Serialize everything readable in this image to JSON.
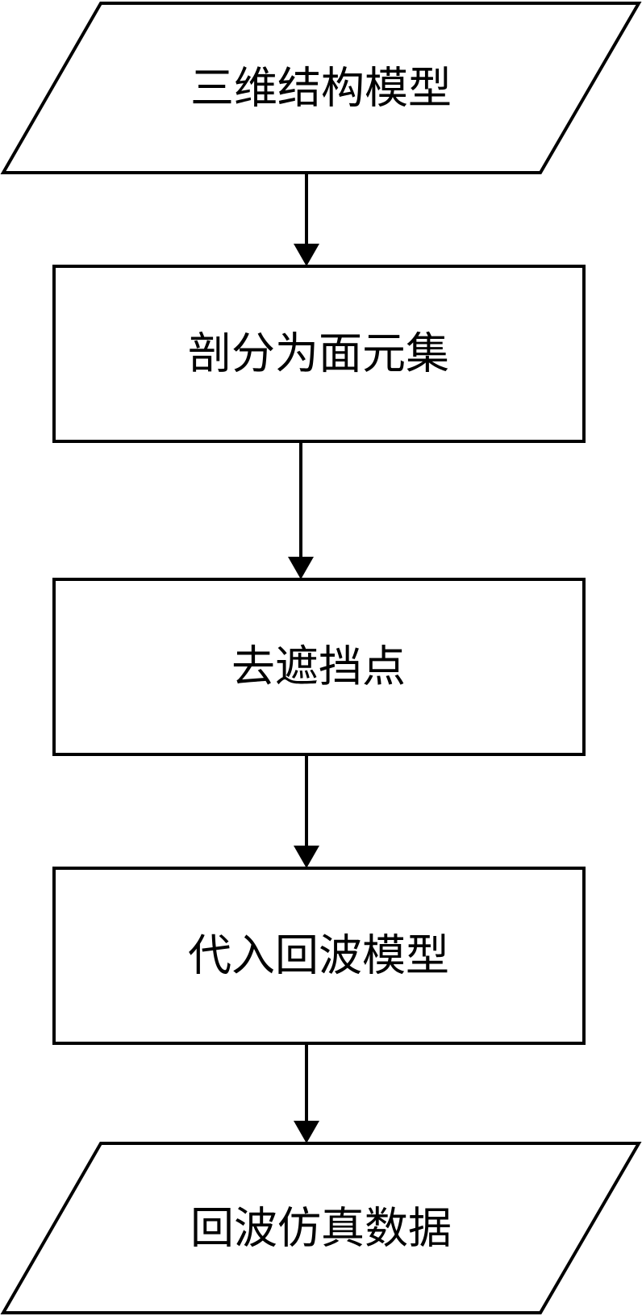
{
  "flowchart": {
    "nodes": [
      {
        "id": "input",
        "shape": "parallelogram",
        "label": "三维结构模型"
      },
      {
        "id": "step1",
        "shape": "rectangle",
        "label": "剖分为面元集"
      },
      {
        "id": "step2",
        "shape": "rectangle",
        "label": "去遮挡点"
      },
      {
        "id": "step3",
        "shape": "rectangle",
        "label": "代入回波模型"
      },
      {
        "id": "output",
        "shape": "parallelogram",
        "label": "回波仿真数据"
      }
    ],
    "edges": [
      {
        "from": "input",
        "to": "step1"
      },
      {
        "from": "step1",
        "to": "step2"
      },
      {
        "from": "step2",
        "to": "step3"
      },
      {
        "from": "step3",
        "to": "output"
      }
    ],
    "colors": {
      "stroke": "#000000",
      "fill": "#ffffff",
      "text": "#000000"
    }
  }
}
